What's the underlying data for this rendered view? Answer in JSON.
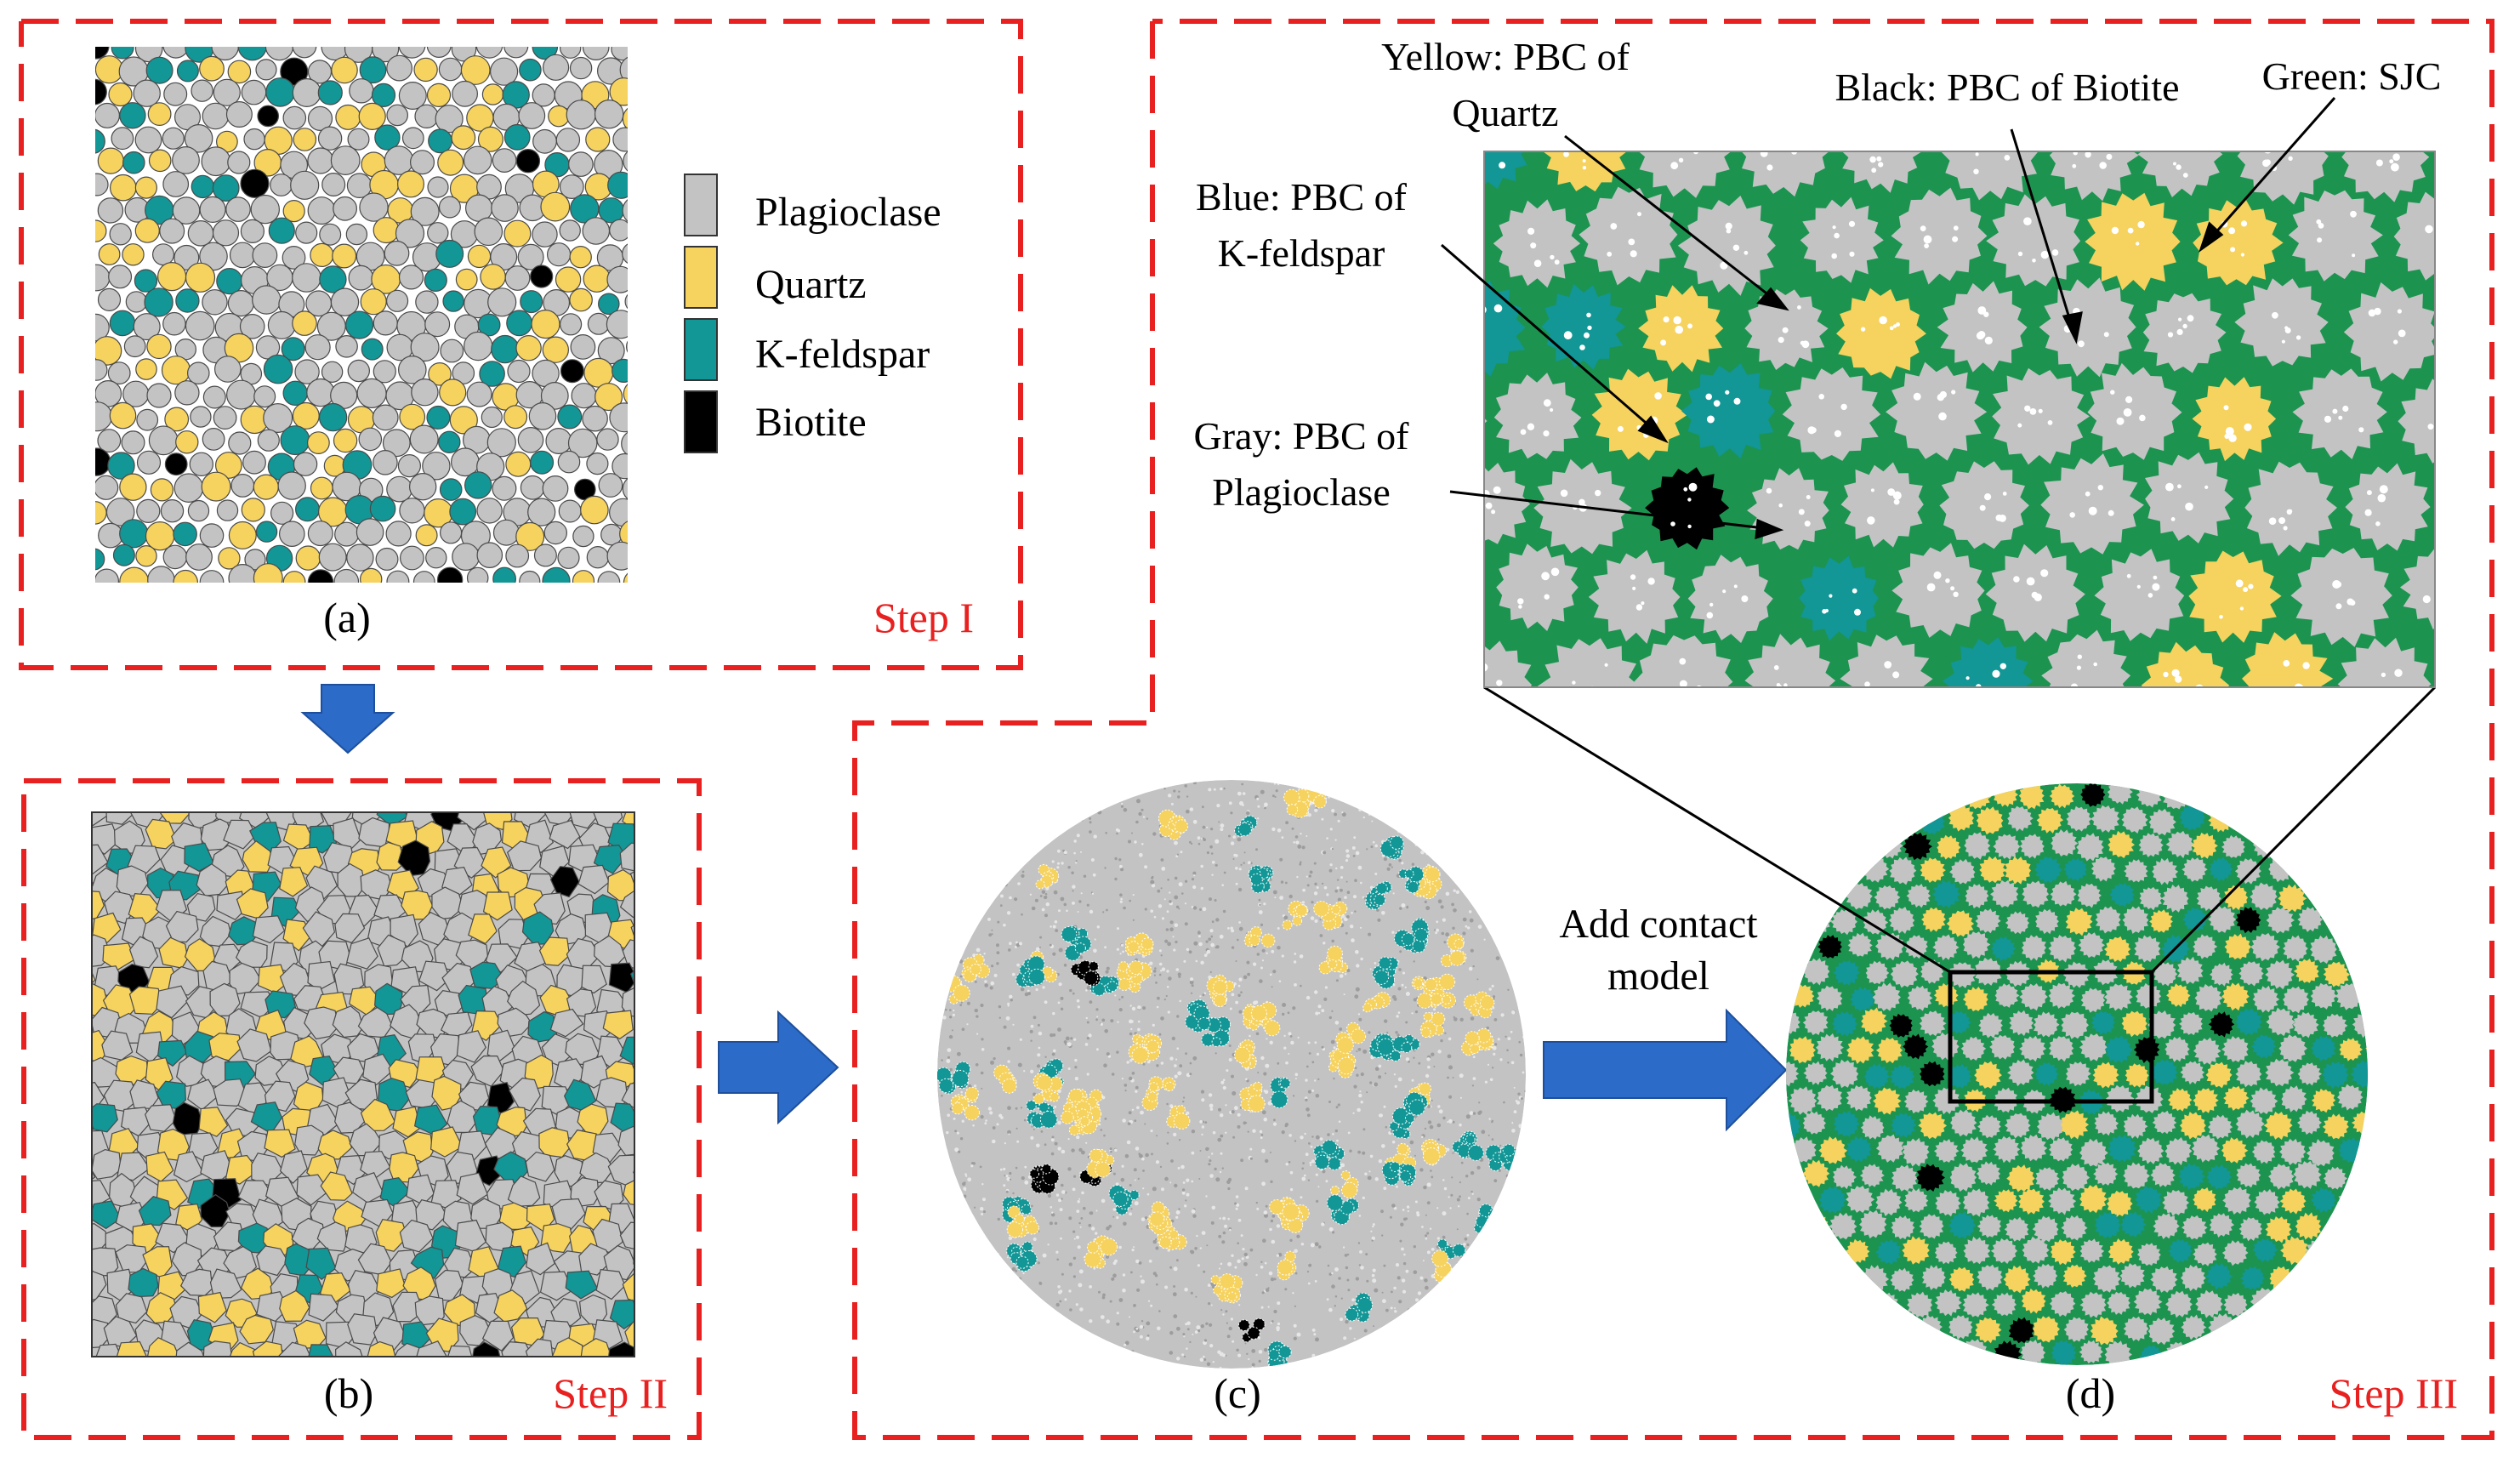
{
  "colors": {
    "plagioclase": "#c3c3c3",
    "quartz": "#f6d25e",
    "kfeldspar": "#129696",
    "biotite": "#000000",
    "sjc": "#1c9450",
    "step_border": "#e8201f",
    "arrow": "#2c6bc8",
    "outline": "#4a4a4a"
  },
  "legend": {
    "items": [
      {
        "label": "Plagioclase",
        "color": "#c3c3c3"
      },
      {
        "label": "Quartz",
        "color": "#f6d25e"
      },
      {
        "label": "K-feldspar",
        "color": "#129696"
      },
      {
        "label": "Biotite",
        "color": "#000000"
      }
    ]
  },
  "panels": {
    "a": {
      "caption": "(a)",
      "step": "Step I"
    },
    "b": {
      "caption": "(b)",
      "step": "Step II"
    },
    "c": {
      "caption": "(c)"
    },
    "d": {
      "caption": "(d)",
      "step": "Step III"
    }
  },
  "arrow_text": {
    "line1": "Add contact",
    "line2": "model"
  },
  "annotations": {
    "yellow": {
      "line1": "Yellow: PBC of",
      "line2": "Quartz"
    },
    "black": {
      "line1": "Black: PBC of Biotite"
    },
    "green": {
      "line1": "Green: SJC"
    },
    "blue": {
      "line1": "Blue: PBC of",
      "line2": "K-feldspar"
    },
    "gray": {
      "line1": "Gray: PBC of",
      "line2": "Plagioclase"
    }
  }
}
